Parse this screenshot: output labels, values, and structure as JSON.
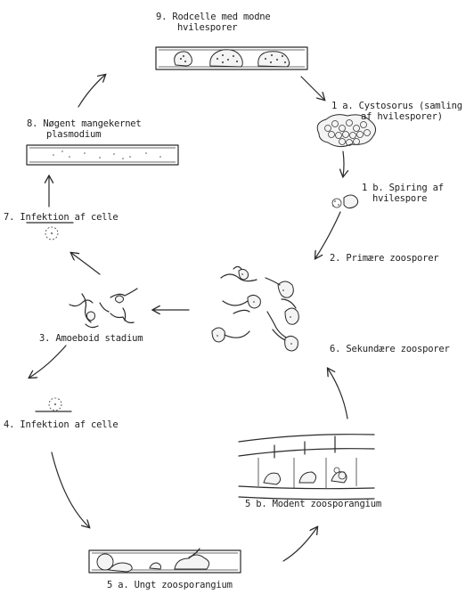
{
  "stages": {
    "s9": {
      "line1": "9. Rodcelle med modne",
      "line2": "hvilesporer"
    },
    "s1a": {
      "line1": "1 a. Cystosorus (samling",
      "line2": "af hvilesporer)"
    },
    "s1b": {
      "line1": "1 b. Spiring af",
      "line2": "hvilespore"
    },
    "s2": {
      "line1": "2. Primære zoosporer"
    },
    "s6": {
      "line1": "6. Sekundære zoosporer"
    },
    "s5b": {
      "line1": "5 b. Modent zoosporangium"
    },
    "s5a": {
      "line1": "5 a.  Ungt zoosporangium"
    },
    "s4": {
      "line1": "4. Infektion af celle"
    },
    "s3": {
      "line1": "3. Amoeboid stadium"
    },
    "s7": {
      "line1": "7. Infektion af celle"
    },
    "s8": {
      "line1": "8. Nøgent mangekernet",
      "line2": "plasmodium"
    }
  }
}
